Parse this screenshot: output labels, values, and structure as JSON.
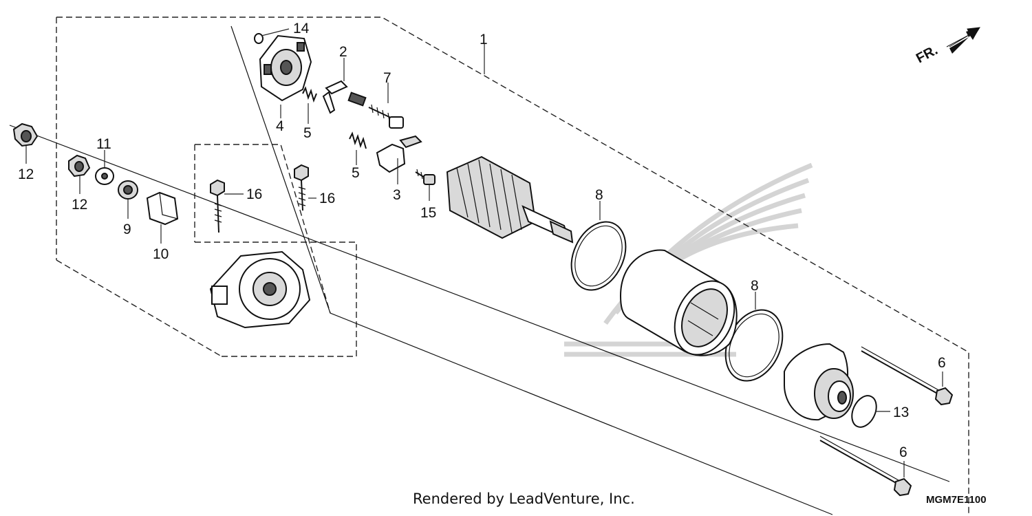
{
  "diagram": {
    "direction_label": "FR.",
    "diagram_code": "MGM7E1100",
    "footer_credit": "Rendered by LeadVenture, Inc.",
    "callouts": [
      {
        "id": "c1",
        "text": "1"
      },
      {
        "id": "c2",
        "text": "2"
      },
      {
        "id": "c3",
        "text": "3"
      },
      {
        "id": "c4",
        "text": "4"
      },
      {
        "id": "c5a",
        "text": "5"
      },
      {
        "id": "c5b",
        "text": "5"
      },
      {
        "id": "c6a",
        "text": "6"
      },
      {
        "id": "c6b",
        "text": "6"
      },
      {
        "id": "c7",
        "text": "7"
      },
      {
        "id": "c8a",
        "text": "8"
      },
      {
        "id": "c8b",
        "text": "8"
      },
      {
        "id": "c9",
        "text": "9"
      },
      {
        "id": "c10",
        "text": "10"
      },
      {
        "id": "c11",
        "text": "11"
      },
      {
        "id": "c12a",
        "text": "12"
      },
      {
        "id": "c12b",
        "text": "12"
      },
      {
        "id": "c13",
        "text": "13"
      },
      {
        "id": "c14",
        "text": "14"
      },
      {
        "id": "c15",
        "text": "15"
      },
      {
        "id": "c16a",
        "text": "16"
      },
      {
        "id": "c16b",
        "text": "16"
      }
    ]
  }
}
